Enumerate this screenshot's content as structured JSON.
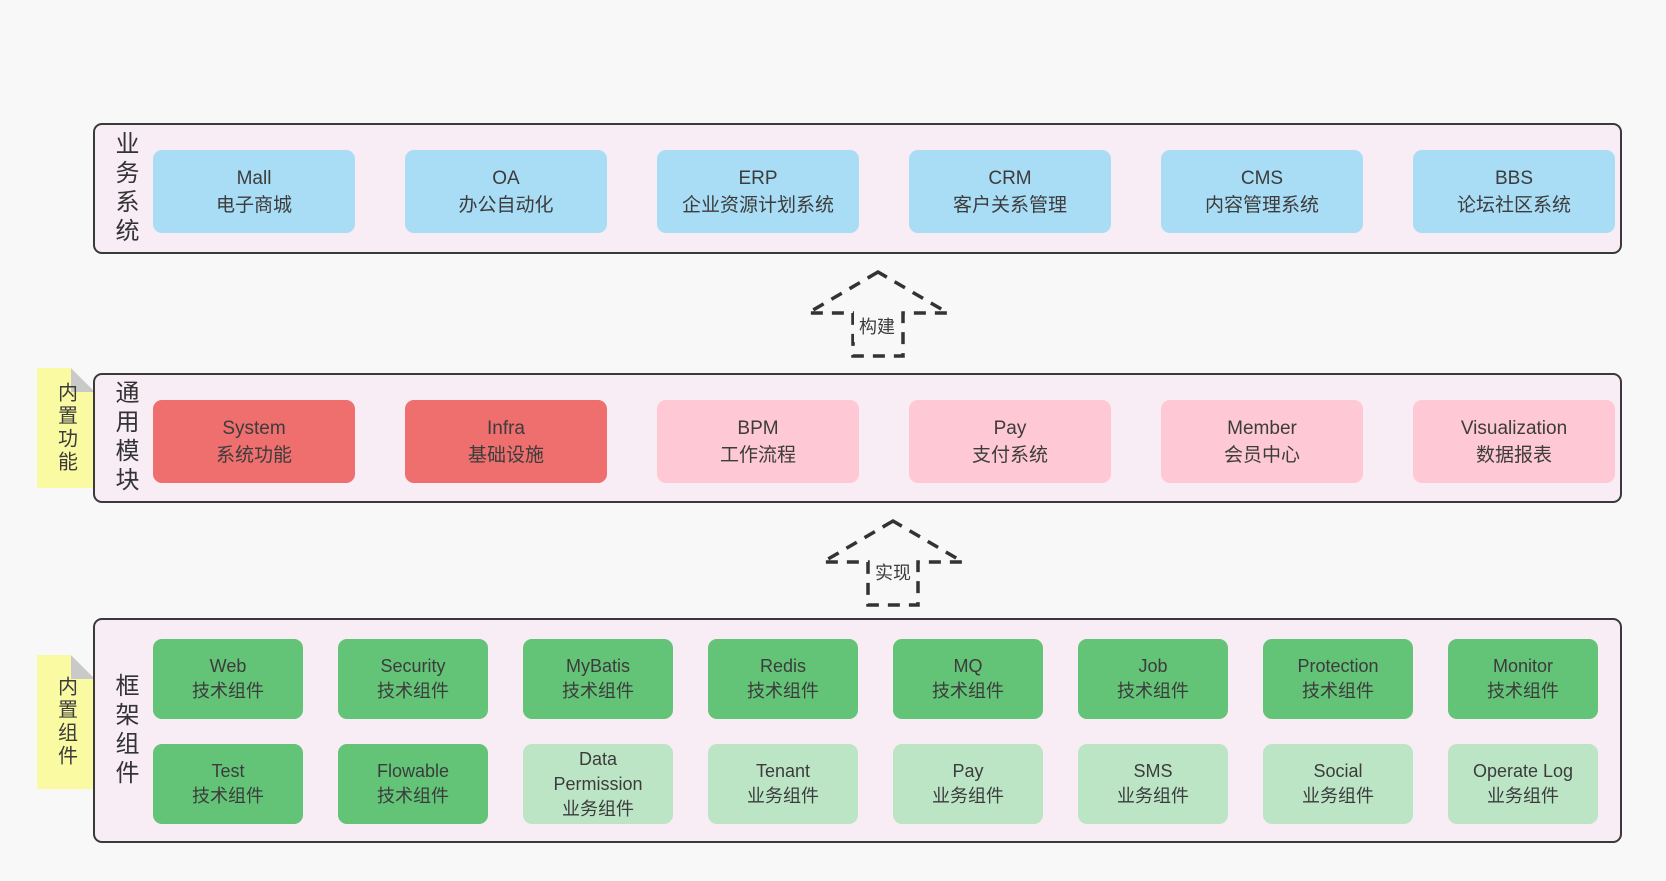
{
  "colors": {
    "page-bg": "#f8f8f8",
    "panel-bg": "#f8edf5",
    "panel-border": "#3a3a3a",
    "box-text": "#3c3c3c",
    "blue": "#a9dcf5",
    "red": "#ef6e6e",
    "pink": "#fec9d4",
    "green": "#63c377",
    "green-light": "#bce5c6",
    "tag-yellow": "#fafaa3",
    "tag-fold": "#c9c9c9",
    "arrow": "#333333"
  },
  "arrows": {
    "build": "构建",
    "implement": "实现"
  },
  "sections": {
    "business": {
      "label": "业务系统",
      "boxes": [
        {
          "title": "Mall",
          "subtitle": "电子商城",
          "variant": "blue"
        },
        {
          "title": "OA",
          "subtitle": "办公自动化",
          "variant": "blue"
        },
        {
          "title": "ERP",
          "subtitle": "企业资源计划系统",
          "variant": "blue"
        },
        {
          "title": "CRM",
          "subtitle": "客户关系管理",
          "variant": "blue"
        },
        {
          "title": "CMS",
          "subtitle": "内容管理系统",
          "variant": "blue"
        },
        {
          "title": "BBS",
          "subtitle": "论坛社区系统",
          "variant": "blue"
        }
      ]
    },
    "common": {
      "label": "通用模块",
      "tag": "内置功能",
      "boxes": [
        {
          "title": "System",
          "subtitle": "系统功能",
          "variant": "red"
        },
        {
          "title": "Infra",
          "subtitle": "基础设施",
          "variant": "red"
        },
        {
          "title": "BPM",
          "subtitle": "工作流程",
          "variant": "pink"
        },
        {
          "title": "Pay",
          "subtitle": "支付系统",
          "variant": "pink"
        },
        {
          "title": "Member",
          "subtitle": "会员中心",
          "variant": "pink"
        },
        {
          "title": "Visualization",
          "subtitle": "数据报表",
          "variant": "pink"
        }
      ]
    },
    "framework": {
      "label": "框架组件",
      "tag": "内置组件",
      "rows": [
        [
          {
            "title": "Web",
            "subtitle": "技术组件",
            "variant": "green"
          },
          {
            "title": "Security",
            "subtitle": "技术组件",
            "variant": "green"
          },
          {
            "title": "MyBatis",
            "subtitle": "技术组件",
            "variant": "green"
          },
          {
            "title": "Redis",
            "subtitle": "技术组件",
            "variant": "green"
          },
          {
            "title": "MQ",
            "subtitle": "技术组件",
            "variant": "green"
          },
          {
            "title": "Job",
            "subtitle": "技术组件",
            "variant": "green"
          },
          {
            "title": "Protection",
            "subtitle": "技术组件",
            "variant": "green"
          },
          {
            "title": "Monitor",
            "subtitle": "技术组件",
            "variant": "green"
          }
        ],
        [
          {
            "title": "Test",
            "subtitle": "技术组件",
            "variant": "green"
          },
          {
            "title": "Flowable",
            "subtitle": "技术组件",
            "variant": "green"
          },
          {
            "title": "Data Permission",
            "subtitle": "业务组件",
            "variant": "green-light"
          },
          {
            "title": "Tenant",
            "subtitle": "业务组件",
            "variant": "green-light"
          },
          {
            "title": "Pay",
            "subtitle": "业务组件",
            "variant": "green-light"
          },
          {
            "title": "SMS",
            "subtitle": "业务组件",
            "variant": "green-light"
          },
          {
            "title": "Social",
            "subtitle": "业务组件",
            "variant": "green-light"
          },
          {
            "title": "Operate Log",
            "subtitle": "业务组件",
            "variant": "green-light"
          }
        ]
      ]
    }
  }
}
